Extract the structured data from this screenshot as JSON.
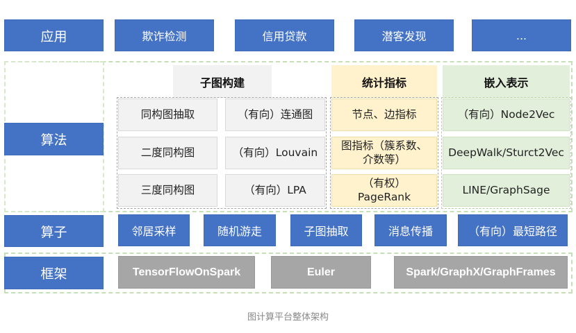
{
  "layers": {
    "application": {
      "label": "应用",
      "items": [
        "欺诈检测",
        "信用贷款",
        "潜客发现",
        "..."
      ]
    },
    "algorithm": {
      "label": "算法",
      "groups": [
        {
          "title": "子图构建",
          "color": "#f2f2f2",
          "cells": [
            [
              "同构图抽取",
              "（有向）连通图"
            ],
            [
              "二度同构图",
              "（有向）Louvain"
            ],
            [
              "三度同构图",
              "（有向）LPA"
            ]
          ]
        },
        {
          "title": "统计指标",
          "color": "#fff2cc",
          "cells": [
            "节点、边指标",
            "图指标（簇系数、介数等）",
            "（有权）PageRank"
          ]
        },
        {
          "title": "嵌入表示",
          "color": "#e2efda",
          "cells": [
            "（有向）Node2Vec",
            "DeepWalk/Sturct2Vec",
            "LINE/GraphSage"
          ]
        }
      ]
    },
    "operator": {
      "label": "算子",
      "items": [
        "邻居采样",
        "随机游走",
        "子图抽取",
        "消息传播",
        "（有向）最短路径"
      ]
    },
    "framework": {
      "label": "框架",
      "items": [
        "TensorFlowOnSpark",
        "Euler",
        "Spark/GraphX/GraphFrames"
      ]
    }
  },
  "stat_cells_display": {
    "row2_line1": "图指标（簇系数、",
    "row2_line2": "介数等）",
    "row3_line1": "（有权）",
    "row3_line2": "PageRank"
  },
  "caption": "图计算平台整体架构",
  "colors": {
    "layer_blue": "#4472c4",
    "framework_gray": "#a6a6a6",
    "subgraph_gray": "#f2f2f2",
    "stats_yellow": "#fff2cc",
    "embedding_green": "#e2efda",
    "frame_dash_green": "#c5e0b4"
  }
}
